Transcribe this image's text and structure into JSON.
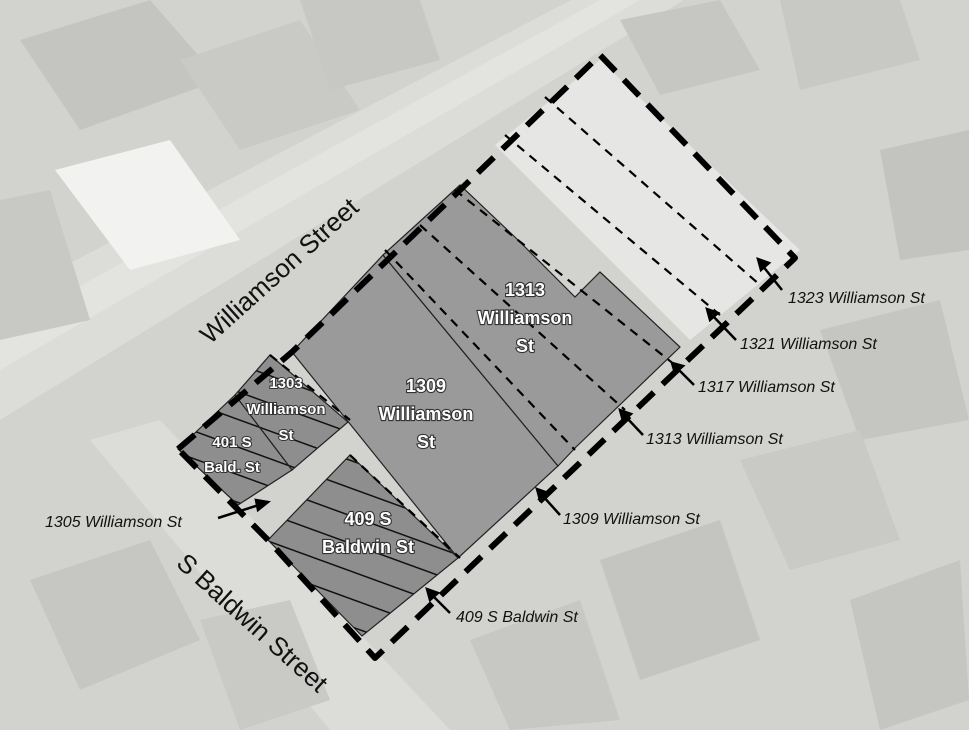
{
  "streets": {
    "williamson": "Williamson Street",
    "baldwin": "S Baldwin Street"
  },
  "parcels": {
    "p1313": [
      "1313",
      "Williamson",
      "St"
    ],
    "p1309": [
      "1309",
      "Williamson",
      "St"
    ],
    "p1303": [
      "1303",
      "Williamson",
      "St"
    ],
    "p401": [
      "401 S",
      "Bald. St"
    ],
    "p409": [
      "409 S",
      "Baldwin St"
    ]
  },
  "callouts": {
    "c1323": "1323 Williamson St",
    "c1321": "1321 Williamson St",
    "c1317": "1317 Williamson St",
    "c1313": "1313 Williamson St",
    "c1309": "1309 Williamson St",
    "c1305": "1305 Williamson St",
    "c409": "409 S Baldwin St"
  },
  "colors": {
    "building_fill": "#9a9a9a",
    "boundary": "#000000",
    "label_text": "#ffffff"
  }
}
